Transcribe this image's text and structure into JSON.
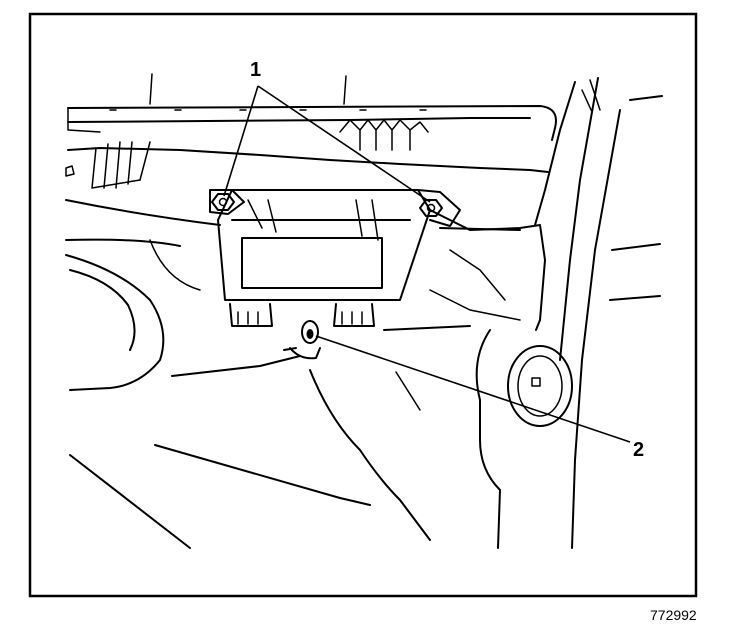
{
  "callouts": {
    "one": "1",
    "two": "2"
  },
  "figure_number": "772992",
  "colors": {
    "ink": "#000000",
    "paper": "#ffffff"
  }
}
